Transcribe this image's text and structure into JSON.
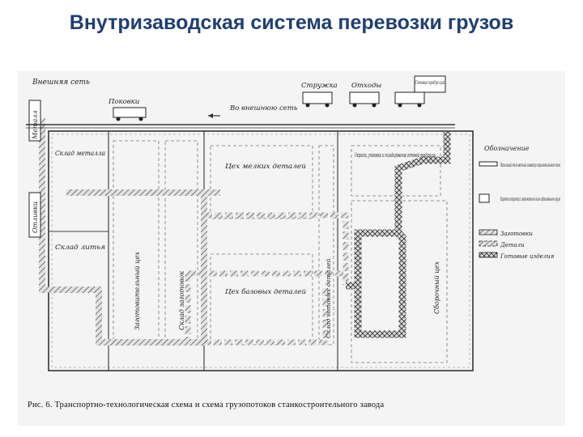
{
  "title": "Внутризаводская система перевозки грузов",
  "diagram": {
    "labels": {
      "external_network": "Внешняя сеть",
      "forgings": "Поковки",
      "chips": "Стружка",
      "waste": "Отходы",
      "finished_products": "Готовая продук-ция",
      "to_external_network": "Во внешнюю сеть",
      "metal": "Металл",
      "castings": "Отливки",
      "metal_warehouse": "Склад металла",
      "casting_warehouse": "Склад литья",
      "procurement_shop": "Заготовительный цех",
      "blanks_warehouse": "Склад заготовок",
      "small_parts_shop": "Цех мелких деталей",
      "base_parts_shop": "Цех базовых деталей",
      "finished_parts_warehouse": "Склад готовых деталей",
      "painting_area": "Окраска, упаковка и складирование готовой продукции",
      "assembly_shop": "Сборочный цех"
    },
    "legend": {
      "title": "Обозначение",
      "items": [
        "Напольный теле-жечный конвейер горизонтального типа",
        "Каретка-оператор с автоматичес-ким адресованием груза",
        "Заготовки",
        "Детали",
        "Готовые изделия"
      ]
    },
    "caption": "Рис. 6. Транспортно-технологическая схема и схема грузопотоков станкостроительного завода"
  }
}
